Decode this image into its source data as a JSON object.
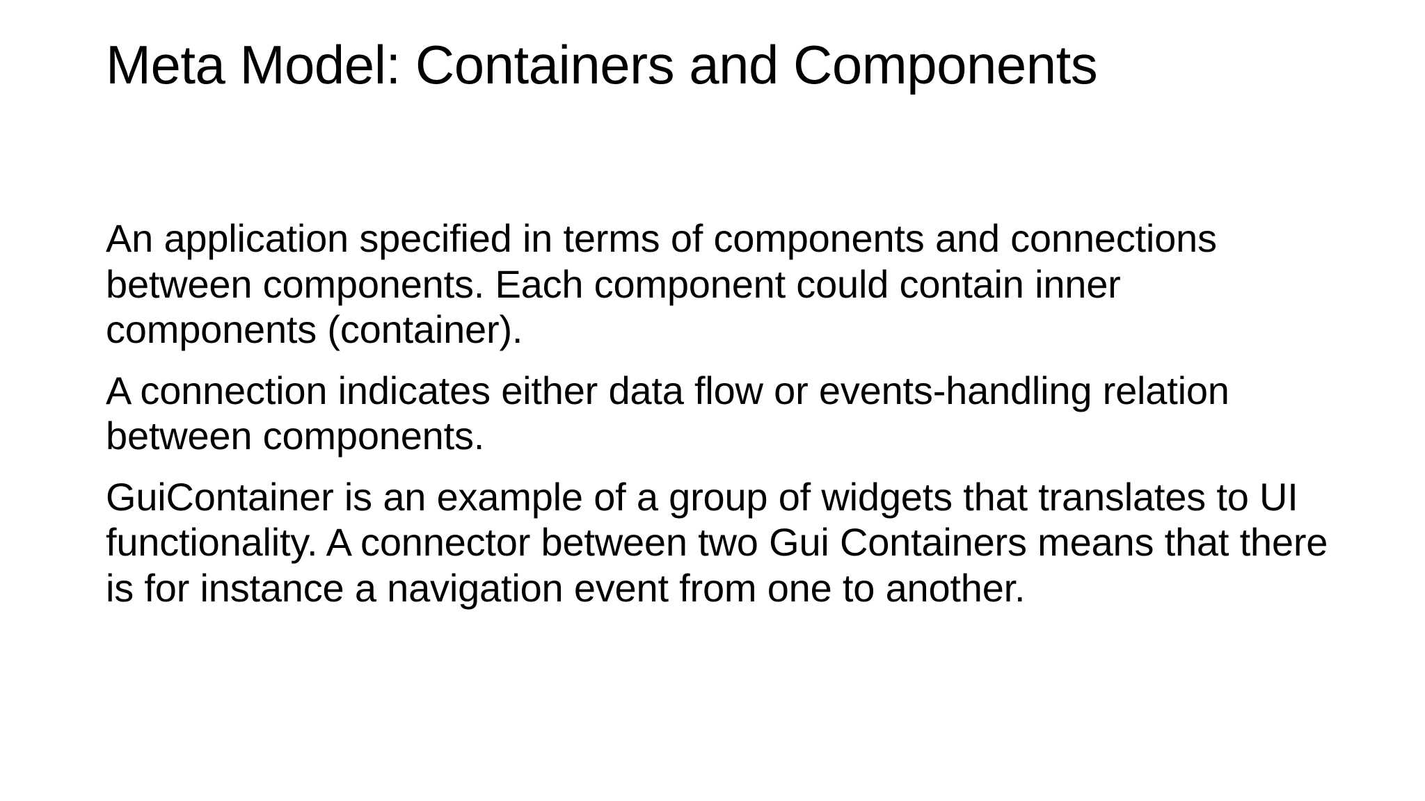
{
  "slide": {
    "title": "Meta Model: Containers and Components",
    "background_color": "#ffffff",
    "text_color": "#000000",
    "paragraphs": [
      {
        "id": "paragraph-application-components",
        "text": "An application specified in terms of components and connections between components. Each component could contain inner components (container)."
      },
      {
        "id": "paragraph-connection-meaning",
        "text": "A connection indicates either data flow or events-handling relation between components."
      },
      {
        "id": "paragraph-guicontainer",
        "text": "GuiContainer is an example of a group of widgets that translates to UI functionality. A connector between two Gui Containers means that there is for instance a navigation event from one to another."
      }
    ]
  }
}
